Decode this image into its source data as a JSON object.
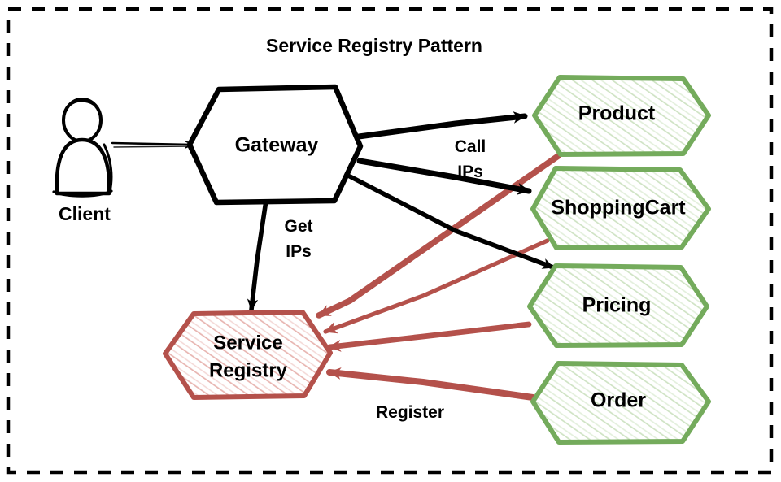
{
  "diagram": {
    "title": "Service Registry Pattern",
    "border": {
      "style": "dashed",
      "color": "#000000"
    },
    "colors": {
      "background": "#ffffff",
      "ink": "#000000",
      "green_stroke": "#74ab5c",
      "green_hatch": "#cfe3c4",
      "red_stroke": "#b4514b",
      "red_hatch": "#e8b5b1"
    }
  },
  "actors": [
    {
      "id": "client",
      "label": "Client",
      "shape": "person"
    }
  ],
  "nodes": [
    {
      "id": "gateway",
      "label": "Gateway",
      "shape": "hexagon",
      "color": "#000000",
      "filled": false
    },
    {
      "id": "registry",
      "label": "Service\nRegistry",
      "label_line1": "Service",
      "label_line2": "Registry",
      "shape": "hexagon",
      "color": "#b4514b",
      "filled": true
    },
    {
      "id": "product",
      "label": "Product",
      "shape": "hexagon",
      "color": "#74ab5c",
      "filled": true
    },
    {
      "id": "cart",
      "label": "ShoppingCart",
      "shape": "hexagon",
      "color": "#74ab5c",
      "filled": true
    },
    {
      "id": "pricing",
      "label": "Pricing",
      "shape": "hexagon",
      "color": "#74ab5c",
      "filled": true
    },
    {
      "id": "order",
      "label": "Order",
      "shape": "hexagon",
      "color": "#74ab5c",
      "filled": true
    }
  ],
  "edges": [
    {
      "id": "e-client-gateway",
      "from": "client",
      "to": "gateway",
      "label": "",
      "color": "#000000"
    },
    {
      "id": "e-gw-product",
      "from": "gateway",
      "to": "product",
      "label": "Call IPs",
      "label_line1": "Call",
      "label_line2": "IPs",
      "color": "#000000"
    },
    {
      "id": "e-gw-cart",
      "from": "gateway",
      "to": "cart",
      "label": "",
      "color": "#000000"
    },
    {
      "id": "e-gw-pricing",
      "from": "gateway",
      "to": "pricing",
      "label": "",
      "color": "#000000"
    },
    {
      "id": "e-gw-registry",
      "from": "gateway",
      "to": "registry",
      "label": "Get IPs",
      "label_line1": "Get",
      "label_line2": "IPs",
      "color": "#000000"
    },
    {
      "id": "e-product-registry",
      "from": "product",
      "to": "registry",
      "label": "",
      "color": "#b4514b"
    },
    {
      "id": "e-cart-registry",
      "from": "cart",
      "to": "registry",
      "label": "",
      "color": "#b4514b"
    },
    {
      "id": "e-pricing-registry",
      "from": "pricing",
      "to": "registry",
      "label": "",
      "color": "#b4514b"
    },
    {
      "id": "e-order-registry",
      "from": "order",
      "to": "registry",
      "label": "Register",
      "color": "#b4514b"
    }
  ],
  "edge_labels": {
    "call_ips_line1": "Call",
    "call_ips_line2": "IPs",
    "get_ips_line1": "Get",
    "get_ips_line2": "IPs",
    "register": "Register"
  }
}
